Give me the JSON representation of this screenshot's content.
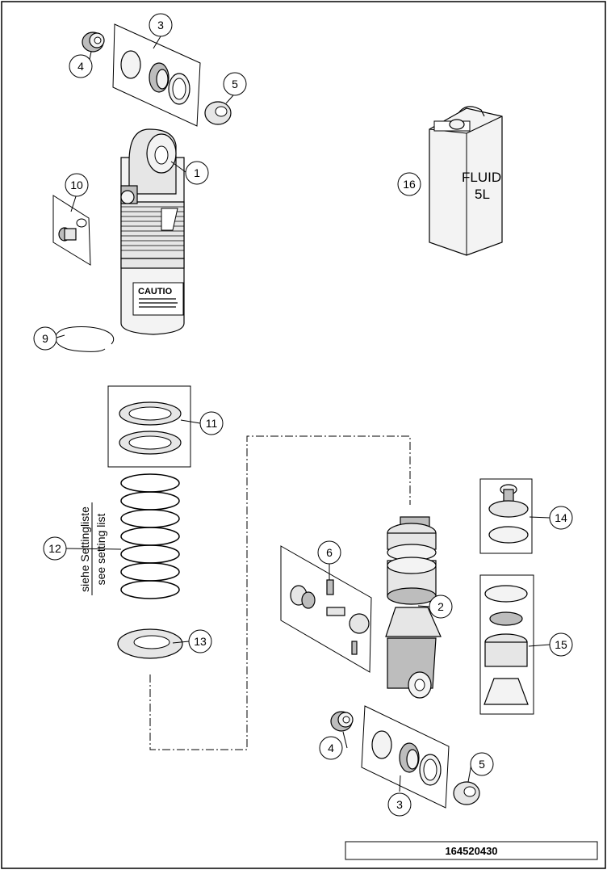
{
  "callouts": [
    {
      "num": "1"
    },
    {
      "num": "2"
    },
    {
      "num": "3"
    },
    {
      "num": "3"
    },
    {
      "num": "4"
    },
    {
      "num": "4"
    },
    {
      "num": "5"
    },
    {
      "num": "5"
    },
    {
      "num": "6"
    },
    {
      "num": "9"
    },
    {
      "num": "10"
    },
    {
      "num": "11"
    },
    {
      "num": "12"
    },
    {
      "num": "13"
    },
    {
      "num": "14"
    },
    {
      "num": "15"
    },
    {
      "num": "16"
    }
  ],
  "spring_note": {
    "line1": "siehe Settingliste",
    "line2": "see setting list"
  },
  "fluid_can": {
    "label1": "FLUID",
    "label2": "5L"
  },
  "caution_label": "CAUTIO",
  "document_number": "164520430"
}
